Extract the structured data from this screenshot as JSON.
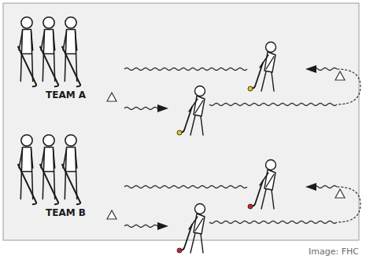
{
  "diagram": {
    "labels": [
      "TEAM A",
      "TEAM B",
      "Image: FHC"
    ]
  }
}
